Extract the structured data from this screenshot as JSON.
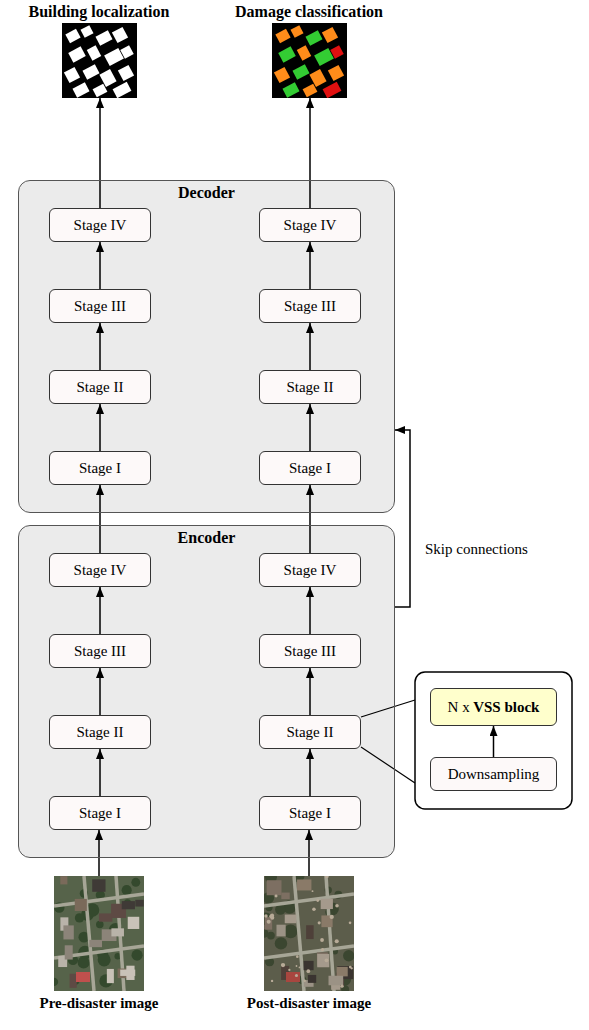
{
  "diagram": {
    "nodes": [
      {
        "text": [
          "Building localization"
        ]
      },
      {
        "text": [
          "Damage classification"
        ]
      },
      {
        "text": [
          "Decoder"
        ]
      },
      {
        "text": [
          "Stage IV"
        ],
        "in": 2
      },
      {
        "text": [
          "Stage IV"
        ],
        "in": 2
      },
      {
        "text": [
          "Stage III"
        ],
        "in": 2
      },
      {
        "text": [
          "Stage III"
        ],
        "in": 2
      },
      {
        "text": [
          "Stage II"
        ],
        "in": 2
      },
      {
        "text": [
          "Stage II"
        ],
        "in": 2
      },
      {
        "text": [
          "Stage I"
        ],
        "in": 2
      },
      {
        "text": [
          "Stage I"
        ],
        "in": 2
      },
      {
        "text": [
          "Encoder"
        ]
      },
      {
        "text": [
          "Stage IV"
        ],
        "in": 11
      },
      {
        "text": [
          "Stage IV"
        ],
        "in": 11
      },
      {
        "text": [
          "Stage III"
        ],
        "in": 11
      },
      {
        "text": [
          "Stage III"
        ],
        "in": 11
      },
      {
        "text": [
          "Stage II"
        ],
        "in": 11
      },
      {
        "text": [
          "Stage II"
        ],
        "in": 11
      },
      {
        "text": [
          "Stage I"
        ],
        "in": 11
      },
      {
        "text": [
          "Stage I"
        ],
        "in": 11
      },
      {
        "text": [
          "N x VSS block"
        ]
      },
      {
        "text": [
          "Downsampling"
        ]
      },
      {
        "text": [
          "Pre-disaster image"
        ]
      },
      {
        "text": [
          "Post-disaster image"
        ]
      }
    ],
    "edges": [
      {
        "from": 22,
        "to": 18,
        "arrow": "to"
      },
      {
        "from": 18,
        "to": 16,
        "arrow": "to"
      },
      {
        "from": 16,
        "to": 14,
        "arrow": "to"
      },
      {
        "from": 14,
        "to": 12,
        "arrow": "to"
      },
      {
        "from": 12,
        "to": 9,
        "arrow": "to"
      },
      {
        "from": 9,
        "to": 7,
        "arrow": "to"
      },
      {
        "from": 7,
        "to": 5,
        "arrow": "to"
      },
      {
        "from": 5,
        "to": 3,
        "arrow": "to"
      },
      {
        "from": 3,
        "to": 0,
        "arrow": "to"
      },
      {
        "from": 23,
        "to": 19,
        "arrow": "to"
      },
      {
        "from": 19,
        "to": 17,
        "arrow": "to"
      },
      {
        "from": 17,
        "to": 15,
        "arrow": "to"
      },
      {
        "from": 15,
        "to": 13,
        "arrow": "to"
      },
      {
        "from": 13,
        "to": 10,
        "arrow": "to"
      },
      {
        "from": 10,
        "to": 8,
        "arrow": "to"
      },
      {
        "from": 8,
        "to": 6,
        "arrow": "to"
      },
      {
        "from": 6,
        "to": 4,
        "arrow": "to"
      },
      {
        "from": 4,
        "to": 1,
        "arrow": "to"
      },
      {
        "from": 11,
        "to": 2,
        "label": "Skip connections",
        "arrow": "to"
      },
      {
        "from": 21,
        "to": 20,
        "arrow": "to"
      }
    ]
  }
}
